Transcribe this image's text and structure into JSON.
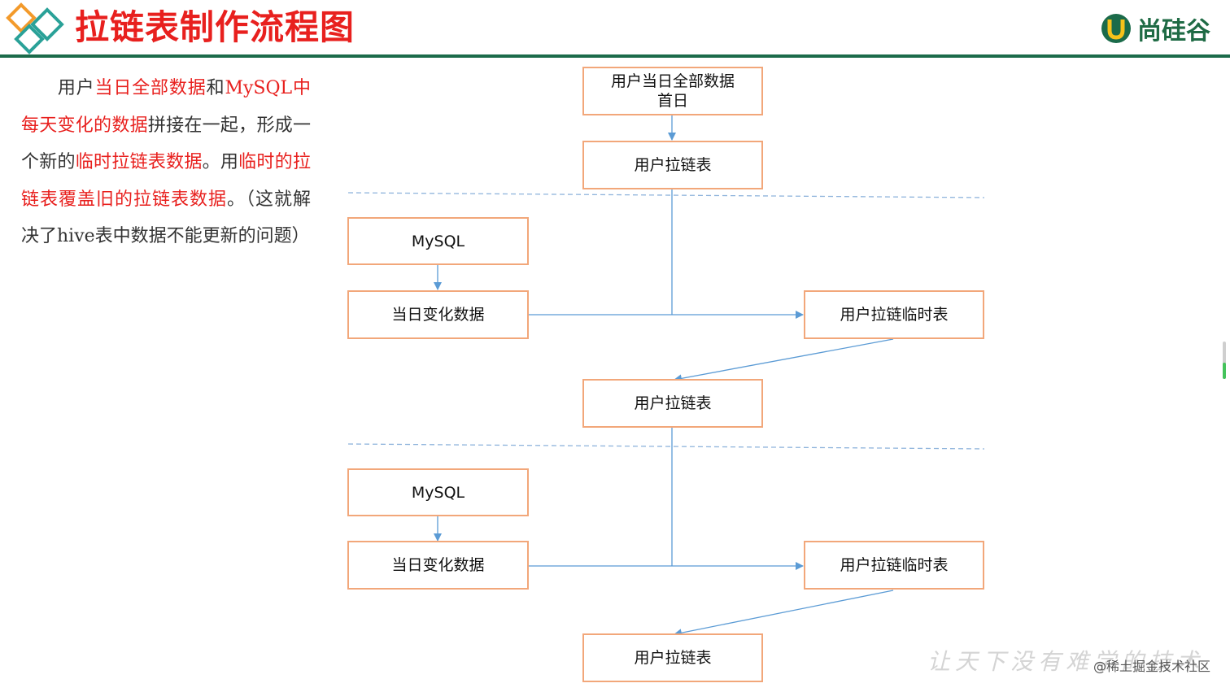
{
  "header": {
    "title": "拉链表制作流程图",
    "brand": "尚硅谷",
    "accent_color": "#e8201e",
    "brand_color": "#1b6b4a",
    "logo_icon": "diamond-logo-icon",
    "brand_icon": "u-logo-icon"
  },
  "description": {
    "segments": [
      {
        "t": "用户",
        "hl": false
      },
      {
        "t": "当日全部数据",
        "hl": true
      },
      {
        "t": "和",
        "hl": false
      },
      {
        "t": "MySQL中每天变化的数据",
        "hl": true
      },
      {
        "t": "拼接在一起，形成一个新的",
        "hl": false
      },
      {
        "t": "临时拉链表数据",
        "hl": true
      },
      {
        "t": "。用",
        "hl": false
      },
      {
        "t": "临时的拉链表覆盖旧的拉链表数据",
        "hl": true
      },
      {
        "t": "。（这就解决了hive表中数据不能更新的问题）",
        "hl": false
      }
    ]
  },
  "flow": {
    "box_border_color": "#f2a77a",
    "arrow_color": "#5b9bd5",
    "divider_color": "#8fb4dc",
    "stage1": {
      "initial_line1": "用户当日全部数据",
      "initial_line2": "首日",
      "zipper": "用户拉链表"
    },
    "stage2": {
      "source": "MySQL",
      "changes": "当日变化数据",
      "temp": "用户拉链临时表",
      "zipper": "用户拉链表"
    },
    "stage3": {
      "source": "MySQL",
      "changes": "当日变化数据",
      "temp": "用户拉链临时表",
      "zipper": "用户拉链表"
    }
  },
  "watermark": "让天下没有难学的技术",
  "credit": "@稀土掘金技术社区"
}
